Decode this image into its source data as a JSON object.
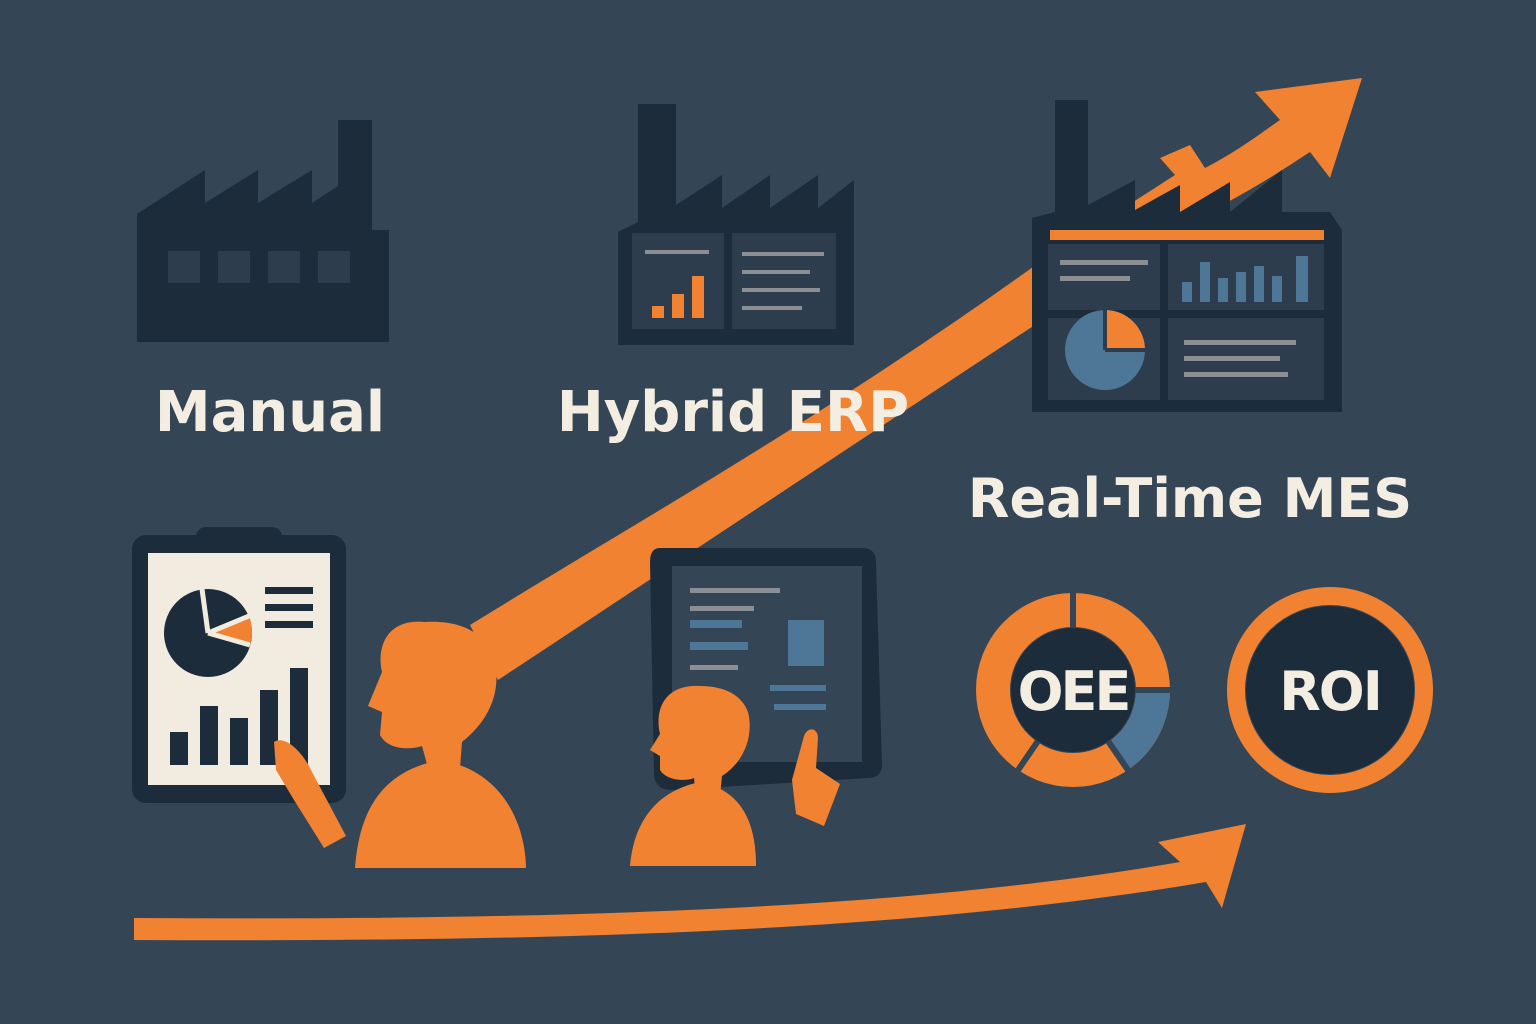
{
  "stages": [
    {
      "label": "Manual"
    },
    {
      "label": "Hybrid ERP"
    },
    {
      "label": "Real-Time MES"
    }
  ],
  "kpis": [
    {
      "label": "OEE"
    },
    {
      "label": "ROI"
    }
  ],
  "colors": {
    "background": "#344556",
    "navy": "#1d2c3b",
    "orange": "#f08232",
    "steel_blue": "#4d7697",
    "cream": "#f4eee2"
  },
  "icons": [
    "factory-manual-icon",
    "factory-erp-icon",
    "factory-mes-icon",
    "clipboard-report-icon",
    "tablet-icon",
    "person-icon",
    "growth-arrow-icon",
    "donut-gauge-icon",
    "ring-gauge-icon"
  ]
}
